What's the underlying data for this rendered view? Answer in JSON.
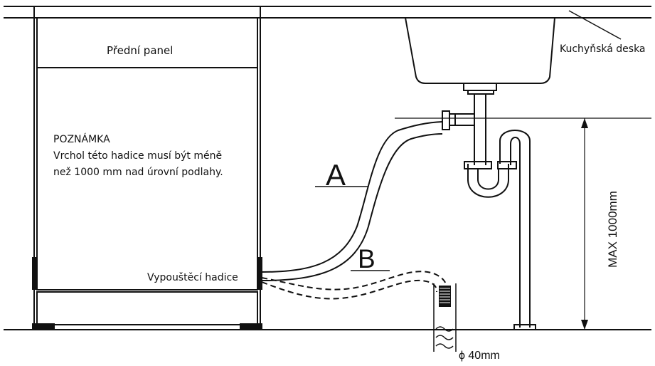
{
  "labels": {
    "front_panel": "Přední panel",
    "countertop": "Kuchyňská deska",
    "note_title": "POZNÁMKA",
    "note_line1": "Vrchol této hadice musí být méně",
    "note_line2": "než 1000 mm nad úrovní podlahy.",
    "drain_hose": "Vypouštěcí hadice",
    "hose_a": "A",
    "hose_b": "B",
    "max_height": "MAX 1000mm",
    "pipe_diameter": "ϕ 40mm"
  },
  "colors": {
    "line": "#111111",
    "background": "#ffffff"
  }
}
